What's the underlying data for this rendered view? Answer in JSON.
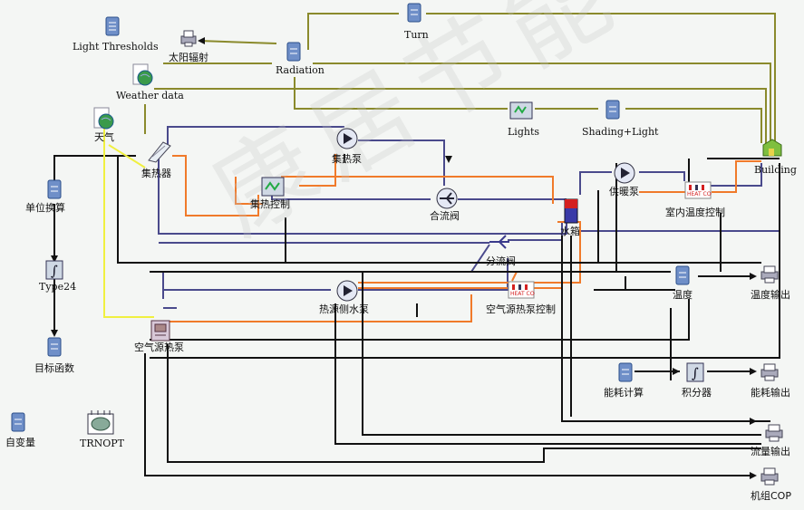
{
  "colors": {
    "olive": "#8a8a2c",
    "navy": "#4a4a8c",
    "orange": "#f07a2a",
    "black": "#111111",
    "yellow": "#f0f040",
    "heat_red": "#d42020"
  },
  "components": {
    "light_thresholds": "Light Thresholds",
    "solar_radiation": "太阳辐射",
    "radiation": "Radiation",
    "turn": "Turn",
    "weather_data": "Weather data",
    "weather": "天气",
    "lights": "Lights",
    "shading_light": "Shading+Light",
    "building": "Building",
    "collector": "集热器",
    "collector_pump": "集热泵",
    "collector_control": "集热控制",
    "mixing_valve": "合流阀",
    "water_tank": "水箱",
    "heating_pump": "供暖泵",
    "indoor_temp_control": "室内温度控制",
    "diverter_valve": "分流阀",
    "unit_conversion": "单位换算",
    "type24": "Type24",
    "objective_function": "目标函数",
    "heat_source_pump": "热源侧水泵",
    "ashp_control": "空气源热泵控制",
    "temperature": "温度",
    "temperature_output": "温度输出",
    "ashp": "空气源热泵",
    "energy_calc": "能耗计算",
    "integrator": "积分器",
    "energy_output": "能耗输出",
    "flow_output": "流量输出",
    "unit_cop": "机组COP",
    "independent_variable": "自变量",
    "trnopt": "TRNOPT"
  },
  "icons": {
    "document": "document-icon",
    "printer": "printer-icon",
    "globe": "globe-icon",
    "pump": "pump-icon",
    "valve": "valve-icon",
    "integral": "integral-icon",
    "controller": "controller-icon",
    "building": "building-icon",
    "tank": "tank-icon",
    "heat_pump": "heat-pump-icon",
    "solar_collector": "solar-collector-icon",
    "optimizer": "optimizer-icon"
  },
  "watermark": "康居节能",
  "heat_tag": "HEAT COOL"
}
